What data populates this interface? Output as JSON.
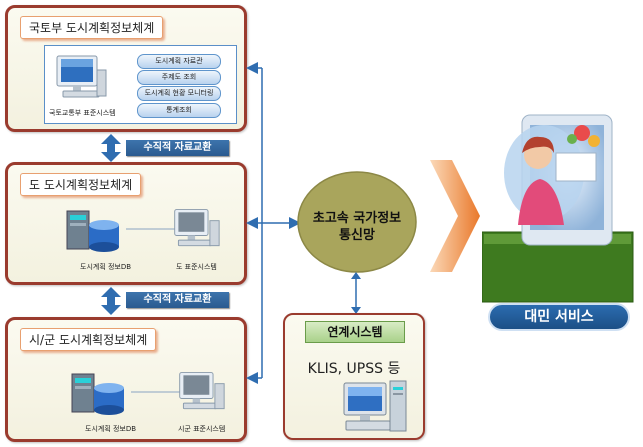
{
  "national": {
    "title": "국토부 도시계획정보체계",
    "system_label": "국토교통부 표준시스템",
    "menu": [
      "도시계획 자료관",
      "주제도 조회",
      "도시계획 현황 모니터링",
      "통계조회"
    ]
  },
  "exchange_1": "수직적 자료교환",
  "province": {
    "title": "도 도시계획정보체계",
    "db_label": "도시계획 정보DB",
    "system_label": "도 표준시스템"
  },
  "exchange_2": "수직적 자료교환",
  "city": {
    "title": "시/군 도시계획정보체계",
    "db_label": "도시계획 정보DB",
    "system_label": "시군 표준시스템"
  },
  "network": {
    "line1": "초고속 국가정보",
    "line2": "통신망"
  },
  "linkage": {
    "title": "연계시스템",
    "subtitle": "KLIS, UPSS 등"
  },
  "service": {
    "label": "대민 서비스"
  },
  "colors": {
    "panel_border": "#9a3b2e",
    "arrow_blue": "#2f6db0",
    "network_ellipse": "#a9a55c",
    "service_box": "#3e7a1f",
    "orange_arrow": "#e9782a"
  }
}
